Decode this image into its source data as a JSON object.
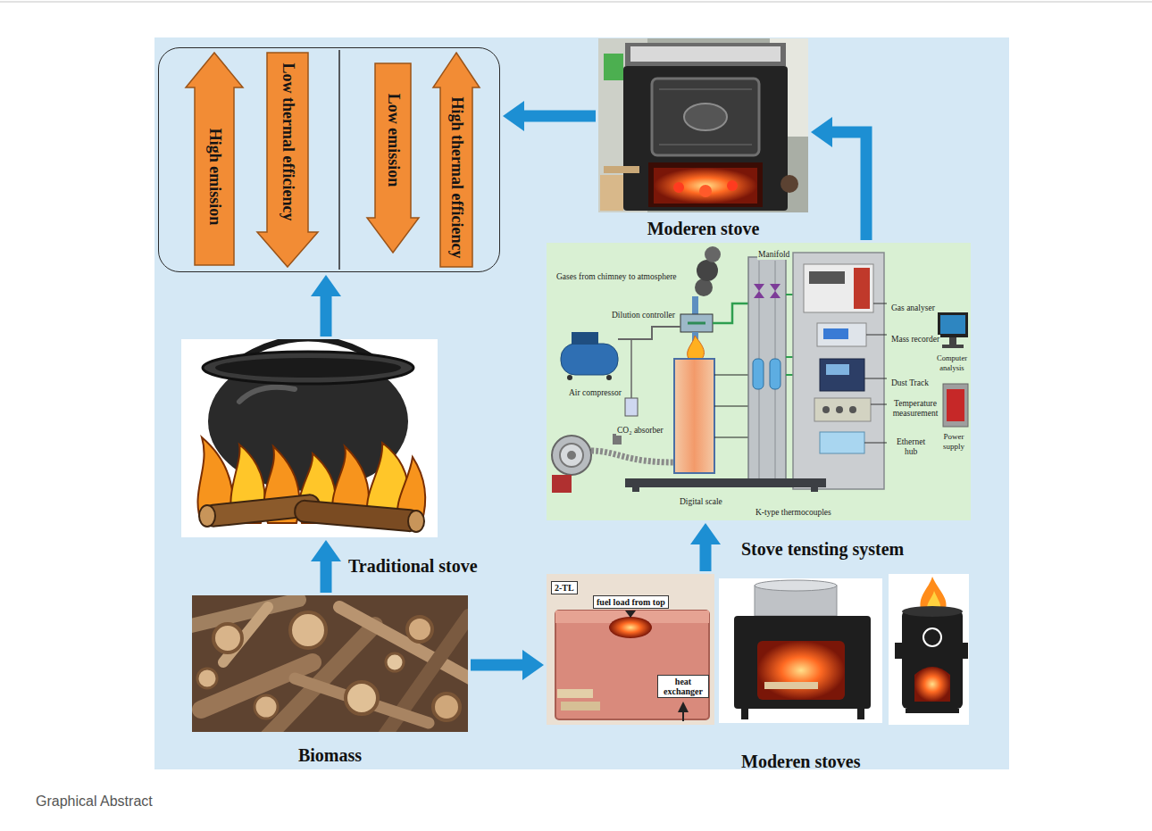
{
  "diagram": {
    "caption": "Graphical Abstract",
    "nodes": [
      {
        "text": []
      },
      {
        "text": [
          "High emission"
        ],
        "in": 0
      },
      {
        "text": [
          "Low thermal efficiency"
        ],
        "in": 0
      },
      {
        "text": [
          "Low emission"
        ],
        "in": 0
      },
      {
        "text": [
          "High thermal efficiency"
        ],
        "in": 0
      },
      {
        "text": [
          "Moderen stove"
        ]
      },
      {
        "text": [
          "Stove tensting system"
        ]
      },
      {
        "text": [
          "Traditional stove"
        ]
      },
      {
        "text": [
          "Biomass"
        ]
      },
      {
        "text": [
          "Moderen stoves"
        ]
      }
    ],
    "edges": [
      {
        "from": 8,
        "to": 7,
        "arrow": "to"
      },
      {
        "from": 8,
        "to": 9,
        "arrow": "to"
      },
      {
        "from": 7,
        "to": 0,
        "arrow": "to"
      },
      {
        "from": 9,
        "to": 6,
        "arrow": "to"
      },
      {
        "from": 6,
        "to": 5,
        "arrow": "to"
      },
      {
        "from": 5,
        "to": 0,
        "arrow": "to"
      }
    ],
    "labels": [
      "Gases from chimney to atmosphere",
      "Manifold",
      "Dilution controller",
      "Air compressor",
      "CO₂ absorber",
      "Gas analyser",
      "Mass recorder",
      "Dust Track",
      "Computer analysis",
      "Temperature measurement",
      "Power supply",
      "Ethernet hub",
      "Digital scale",
      "K-type thermocouples",
      "2-TL",
      "fuel load from top",
      "heat exchanger"
    ]
  }
}
